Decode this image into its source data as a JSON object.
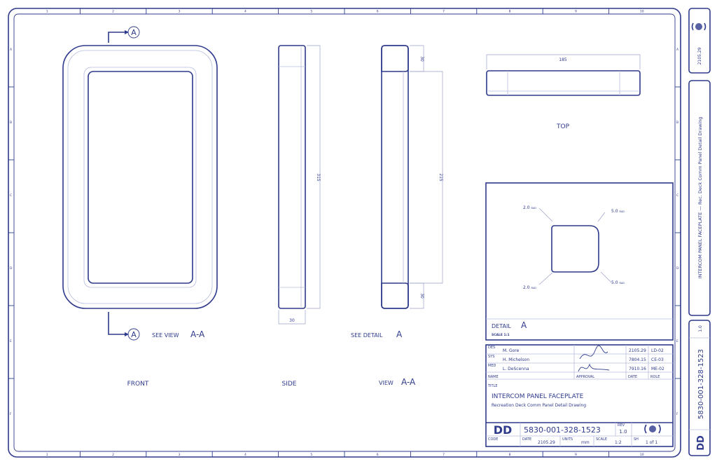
{
  "grid": {
    "columns": [
      "1",
      "2",
      "3",
      "4",
      "5",
      "6",
      "7",
      "8",
      "9",
      "10"
    ],
    "rows": [
      "A",
      "B",
      "C",
      "D",
      "E",
      "F"
    ]
  },
  "views": {
    "front_label": "FRONT",
    "side_label": "SIDE",
    "section_label_prefix": "VIEW",
    "section_label_id": "A-A",
    "top_label": "TOP",
    "section_marker": "A",
    "see_view_prefix": "SEE VIEW",
    "see_view_id": "A-A",
    "see_detail_prefix": "SEE DETAIL",
    "see_detail_id": "A"
  },
  "dimensions": {
    "side_height": "315",
    "side_width": "30",
    "section_top": "30",
    "section_mid": "215",
    "section_bottom": "30",
    "top_width": "185"
  },
  "detail": {
    "title_prefix": "DETAIL",
    "title_id": "A",
    "scale": "SCALE 1:1",
    "radius_tl": "2.0",
    "radius_tr": "5.0",
    "radius_bl": "2.0",
    "radius_br": "5.0",
    "radius_unit": "RAD",
    "fill_color": "#eceef6"
  },
  "title_block": {
    "rows": [
      {
        "role": "DES",
        "name": "M. Gore",
        "date": "2105.29",
        "code": "LD-02"
      },
      {
        "role": "SYS",
        "name": "H. Michelson",
        "date": "7804.15",
        "code": "CE-03"
      },
      {
        "role": "MED",
        "name": "L. DeScenna",
        "date": "7910.16",
        "code": "ME-02"
      }
    ],
    "header_name": "NAME",
    "header_approval": "APPROVAL",
    "header_date": "DATE",
    "header_role": "ROLE",
    "title_label": "TITLE",
    "title": "INTERCOM PANEL FACEPLATE",
    "subtitle": "Recreation Deck Comm Panel Detail Drawing",
    "logo": "DD",
    "drawing_number": "5830-001-328-1523",
    "rev_label": "REV",
    "rev": "1.0",
    "code_label": "CODE",
    "date_label": "DATE",
    "date": "2105.29",
    "units_label": "UNITS",
    "units": "mm",
    "scale_label": "SCALE",
    "scale": "1:2",
    "sheet_label": "SH",
    "sheet": "1 of 1"
  },
  "side_strip": {
    "date": "2105.29",
    "title": "INTERCOM PANEL FACEPLATE  —  Rec. Deck Comm Panel Detail Drawing",
    "rev": "1.0",
    "drawing_number": "5830-001-328-1523",
    "logo": "DD"
  },
  "colors": {
    "line": "#2e3a8c",
    "light_line": "#b6bcdc",
    "section_fill": "#a9acd8"
  }
}
